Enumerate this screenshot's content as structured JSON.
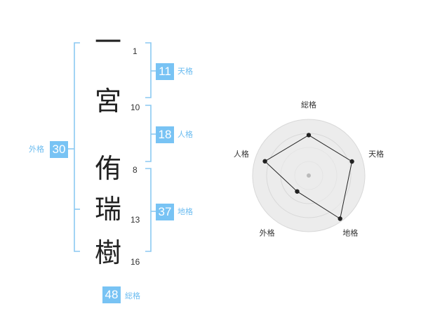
{
  "name": {
    "characters": [
      {
        "char": "一",
        "strokes": "1"
      },
      {
        "char": "宮",
        "strokes": "10"
      },
      {
        "char": "侑",
        "strokes": "8"
      },
      {
        "char": "瑞",
        "strokes": "13"
      },
      {
        "char": "樹",
        "strokes": "16"
      }
    ]
  },
  "fortune": {
    "tenkaku": {
      "label": "天格",
      "value": "11"
    },
    "jinkaku": {
      "label": "人格",
      "value": "18"
    },
    "chikaku": {
      "label": "地格",
      "value": "37"
    },
    "gaikaku": {
      "label": "外格",
      "value": "30"
    },
    "soukaku": {
      "label": "総格",
      "value": "48"
    }
  },
  "radar": {
    "axes": [
      "総格",
      "天格",
      "地格",
      "外格",
      "人格"
    ],
    "levels": 4,
    "values": [
      0.72,
      0.81,
      0.95,
      0.35,
      0.82
    ],
    "colors": {
      "ring": "#d8d8d8",
      "fill": "#ececec",
      "line": "#222222",
      "center": "#bbbbbb"
    }
  },
  "colors": {
    "accent": "#78c3f4",
    "bracket": "#8cc9f2"
  }
}
